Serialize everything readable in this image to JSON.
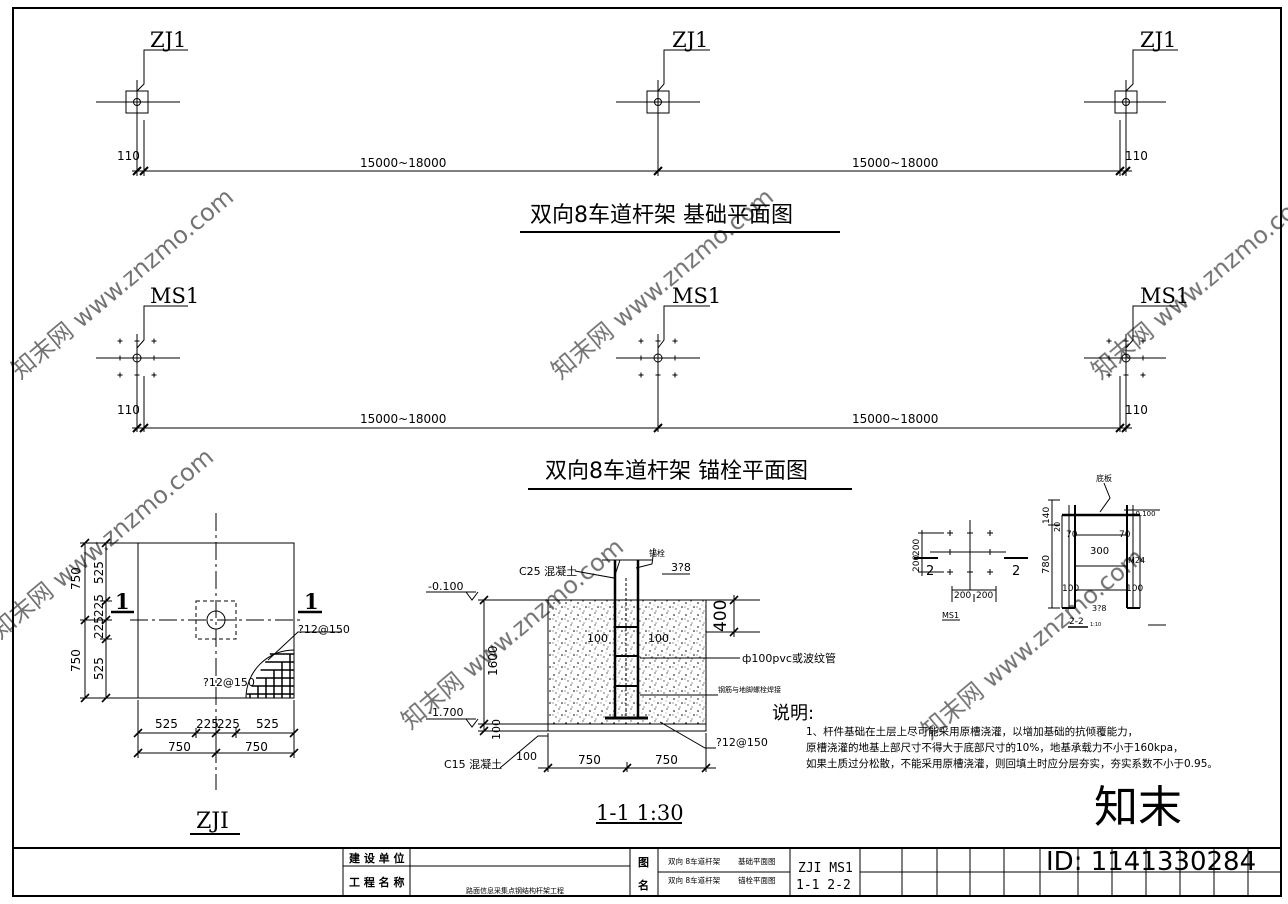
{
  "plan1": {
    "labels": [
      "ZJ1",
      "ZJ1",
      "ZJ1"
    ],
    "dim_left": "110",
    "dim_right": "110",
    "spans": [
      "15000~18000",
      "15000~18000"
    ],
    "title": "双向8车道杆架  基础平面图"
  },
  "plan2": {
    "labels": [
      "MS1",
      "MS1",
      "MS1"
    ],
    "dim_left": "110",
    "dim_right": "110",
    "spans": [
      "15000~18000",
      "15000~18000"
    ],
    "title": "双向8车道杆架 锚栓平面图"
  },
  "zji_detail": {
    "title": "ZJI",
    "section_mark": "1",
    "rebar_right": "?12@150",
    "rebar_inner": "?12@150",
    "left_outer": [
      "750",
      "750"
    ],
    "left_inner": [
      "525",
      "225",
      "225",
      "525"
    ],
    "bottom_inner": [
      "525",
      "225",
      "225",
      "525"
    ],
    "bottom_outer": [
      "750",
      "750"
    ]
  },
  "section_11": {
    "title": "1-1  1:30",
    "concrete_top": "C25 混凝土",
    "concrete_bottom": "C15 混凝土",
    "anchor_label": "锚栓",
    "rebar_top": "3?8",
    "level_top": "-0.100",
    "level_bottom": "-1.700",
    "height": "1600",
    "base": "100",
    "dim_400": "400",
    "dim_100a": "100",
    "dim_100b": "100",
    "pipe": "ф100pvc或波纹管",
    "weld_note": "钢筋与地脚螺栓焊接",
    "rebar_bottom": "?12@150",
    "bottom_100": "100",
    "bottom_dims": [
      "750",
      "750"
    ]
  },
  "ms1_detail": {
    "title": "MS1",
    "section": "2",
    "dims_v": [
      "200",
      "200"
    ],
    "dims_h": [
      "200",
      "200"
    ]
  },
  "section_22": {
    "title": "2-2",
    "scale": "1:10",
    "top_label": "底板",
    "level": "-0.100",
    "dims_v": [
      "140",
      "20",
      "780"
    ],
    "dims_inner": [
      "70",
      "300",
      "70"
    ],
    "bolt": "M24",
    "dim_100a": "100",
    "dim_100b": "100",
    "rebar": "3?8"
  },
  "notes": {
    "heading": "说明:",
    "lines": [
      "1、杆件基础在土层上尽可能采用原槽浇灌，以增加基础的抗倾覆能力，",
      "原槽浇灌的地基上部尺寸不得大于底部尺寸的10%，地基承载力不小于160kpa，",
      "如果土质过分松散，不能采用原槽浇灌，则回填土时应分层夯实，夯实系数不小于0.95。"
    ]
  },
  "title_block": {
    "build_unit_label": "建 设 单 位",
    "project_name_label": "工 程 名 称",
    "project_name": "路面信息采集点钢结构杆架工程",
    "drawing_name_label_1": "图",
    "drawing_name_label_2": "名",
    "row1_a": "双向 8车道杆架",
    "row1_b": "基础平面图",
    "row2_a": "双向 8车道杆架",
    "row2_b": "锚栓平面图",
    "codes_1": "ZJI  MS1",
    "codes_2": "1-1  2-2"
  },
  "watermark": {
    "text": "知末网 www.znzmo.com",
    "logo": "知末",
    "id": "ID: 1141330284"
  }
}
